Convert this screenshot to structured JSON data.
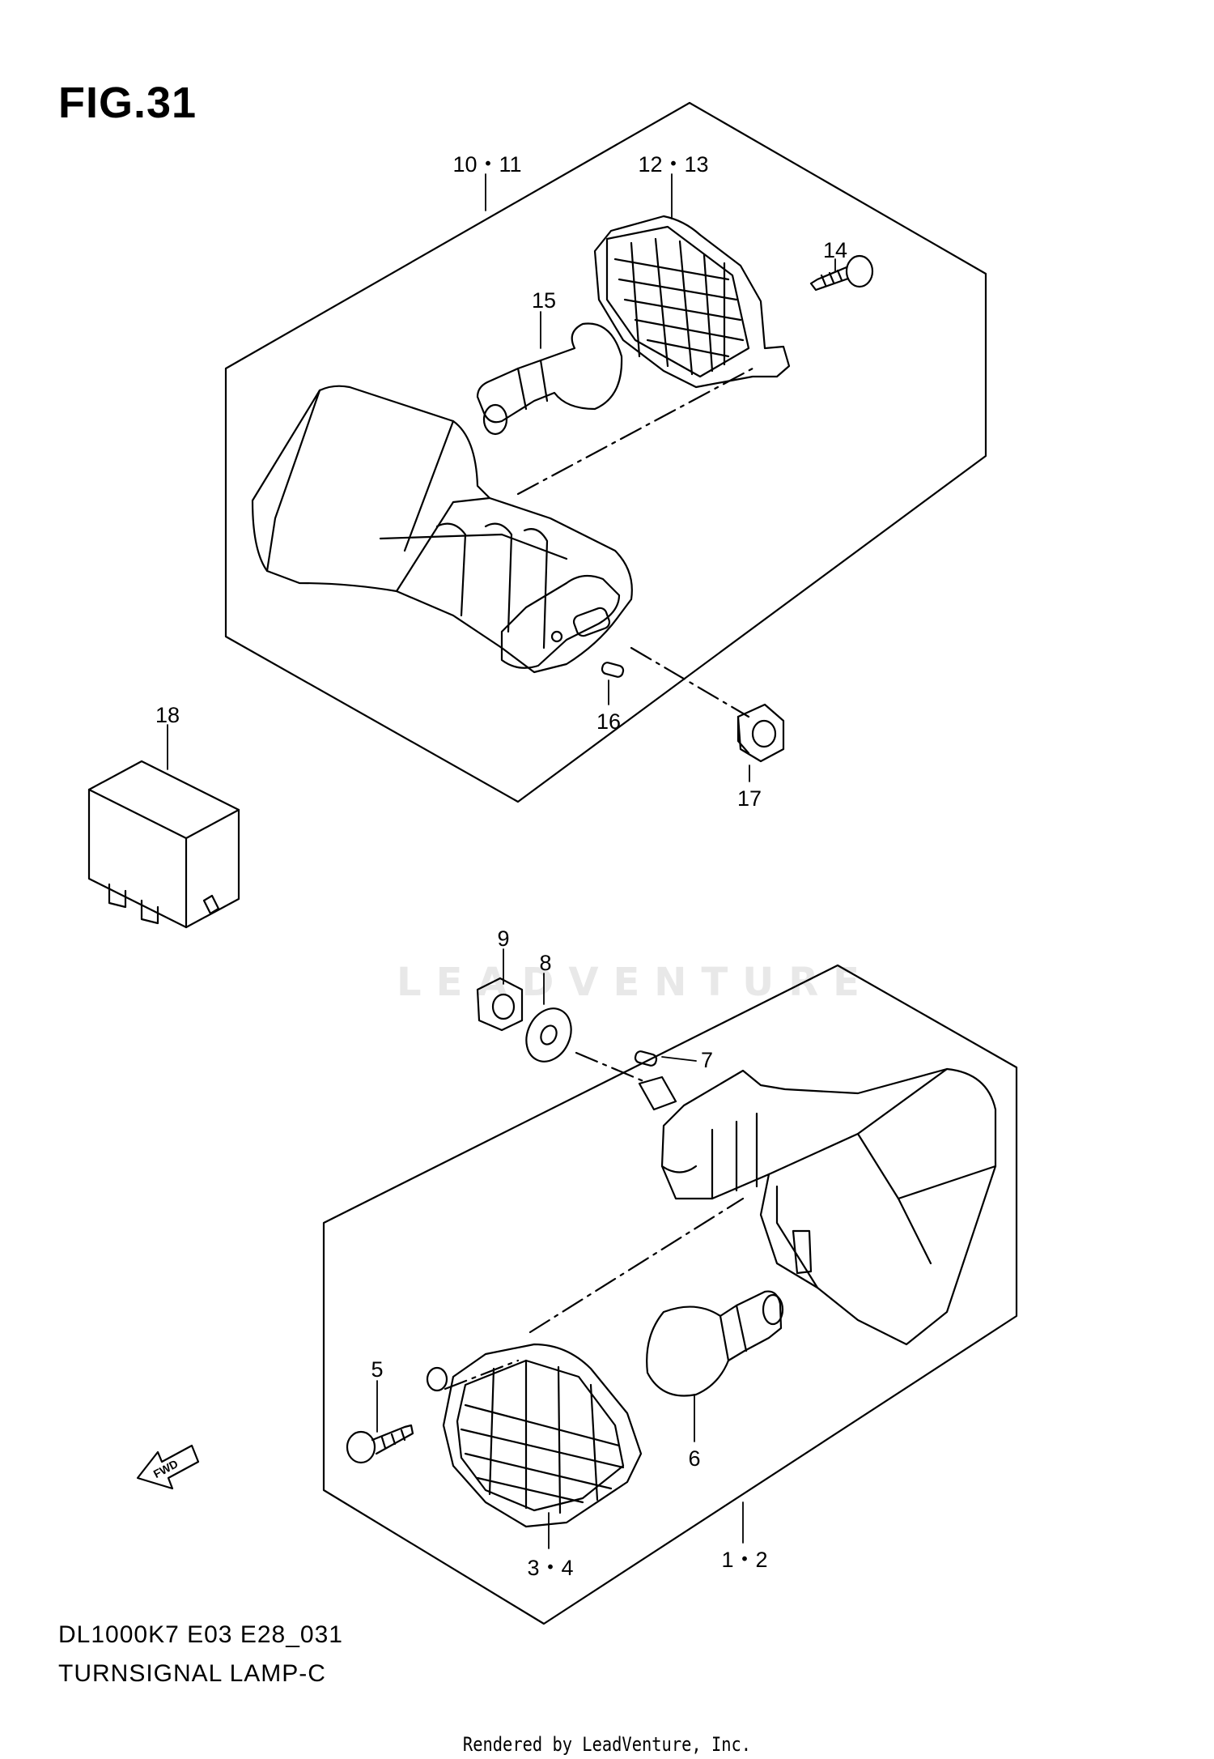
{
  "figure": {
    "title": "FIG.31",
    "code": "DL1000K7 E03 E28_031",
    "name": "TURNSIGNAL LAMP-C",
    "credit": "Rendered by LeadVenture, Inc.",
    "watermark": "LEADVENTURE",
    "direction_badge": "FWD"
  },
  "callouts": {
    "c_10_11": "10・11",
    "c_12_13": "12・13",
    "c_14": "14",
    "c_15": "15",
    "c_16": "16",
    "c_17": "17",
    "c_18": "18",
    "c_9": "9",
    "c_8": "8",
    "c_7": "7",
    "c_5": "5",
    "c_6": "6",
    "c_3_4": "3・4",
    "c_1_2": "1・2"
  }
}
